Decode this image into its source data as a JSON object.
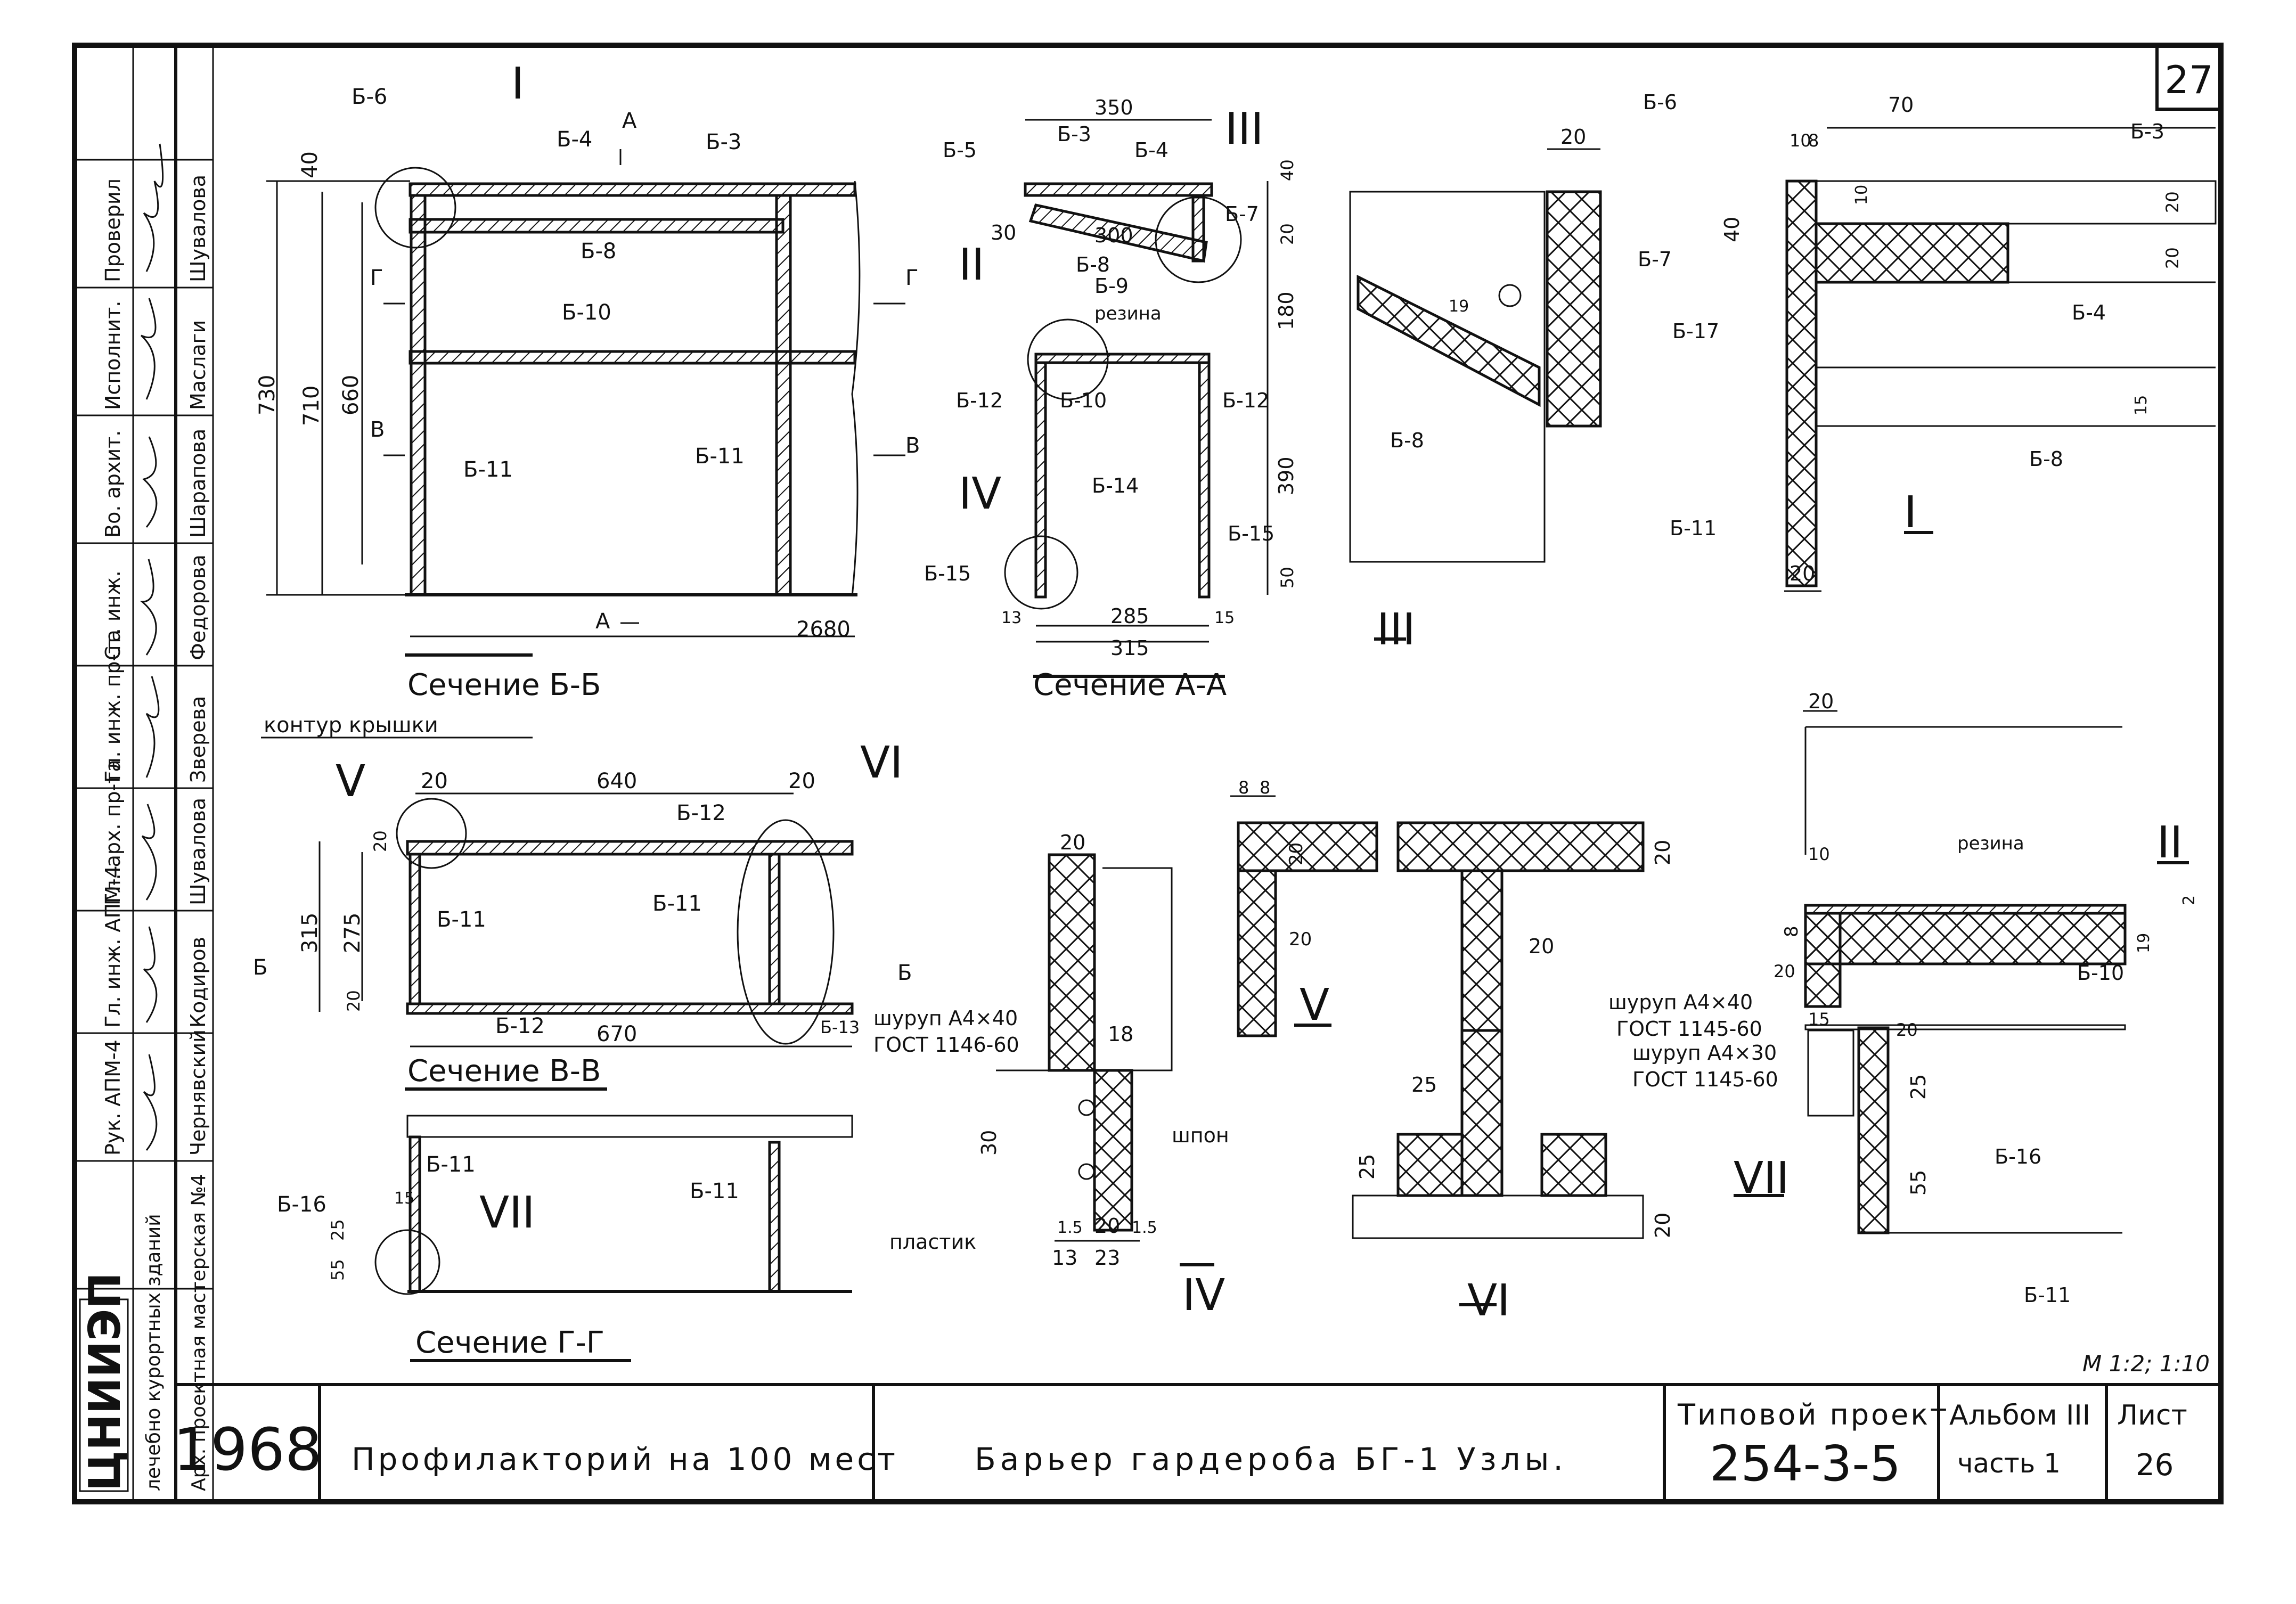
{
  "sheet_number": "27",
  "title_block": {
    "year": "1968",
    "project_name": "Профилакторий на 100 мест",
    "sheet_title": "Барьер гардероба БГ-1 Узлы.",
    "typical_project_label": "Типовой проект",
    "typical_project_number": "254-3-5",
    "album_label": "Альбом III",
    "part_label": "часть 1",
    "sheet_label": "Лист",
    "sheet_value": "26",
    "organization_logo": "ЦНИИЭП",
    "organization_name": "лечебно курортных зданий",
    "workshop": "Арх. проектная мастерская №4",
    "scale": "М 1:2; 1:10"
  },
  "signatures": [
    {
      "role": "Проверил",
      "name": "Шувалова"
    },
    {
      "role": "Исполнит.",
      "name": "Маслаги"
    },
    {
      "role": "Во. архит.",
      "name": "Шарапова"
    },
    {
      "role": "Ст. инж.",
      "name": "Федорова"
    },
    {
      "role": "Гл. инж. пр-та",
      "name": "Зверева"
    },
    {
      "role": "Гл. арх. пр-та",
      "name": "Шувалова"
    },
    {
      "role": "Гл. инж. АПМ-4",
      "name": "Кодиров"
    },
    {
      "role": "Рук. АПМ-4",
      "name": "Чернявский"
    }
  ],
  "section_titles": {
    "bb": "Сечение Б-Б",
    "aa": "Сечение А-А",
    "vv": "Сечение В-В",
    "gg": "Сечение Г-Г"
  },
  "node_labels": {
    "n1": "I",
    "n2": "II",
    "n3": "III",
    "n4": "IV",
    "n5": "V",
    "n6": "VI",
    "n7": "VII"
  },
  "annotations": {
    "contour_lid": "контур крышки",
    "rubber": "резина",
    "screw_40_1146": "шуруп А4×40",
    "gost_1146": "ГОСТ 1146-60",
    "screw_40_1145": "шуруп А4×40",
    "gost_1145a": "ГОСТ 1145-60",
    "screw_30": "шуруп А4×30",
    "gost_1145b": "ГОСТ 1145-60",
    "plate": "пластик",
    "dowel": "шпон"
  },
  "parts": {
    "b3": "Б-3",
    "b4": "Б-4",
    "b5": "Б-5",
    "b6": "Б-6",
    "b7": "Б-7",
    "b8": "Б-8",
    "b9": "Б-9",
    "b10": "Б-10",
    "b11": "Б-11",
    "b12": "Б-12",
    "b13": "Б-13",
    "b14": "Б-14",
    "b15": "Б-15",
    "b16": "Б-16",
    "b17": "Б-17"
  },
  "cut_marks": {
    "a": "А",
    "b": "Б",
    "v": "В",
    "g": "Г"
  },
  "dimensions": {
    "bb_730": "730",
    "bb_710": "710",
    "bb_660": "660",
    "bb_40": "40",
    "bb_2680": "2680",
    "aa_350": "350",
    "aa_300": "300",
    "aa_30": "30",
    "aa_40": "40",
    "aa_20": "20",
    "aa_180": "180",
    "aa_390": "390",
    "aa_50": "50",
    "aa_285": "285",
    "aa_315": "315",
    "aa_13": "13",
    "aa_15": "15",
    "n3_20": "20",
    "n3_19": "19",
    "n1_70": "70",
    "n1_10": "10",
    "n1_8": "8",
    "n1_40": "40",
    "n1_10b": "10",
    "n1_20a": "20",
    "n1_20b": "20",
    "n1_15": "15",
    "n1_20c": "20",
    "vv_20a": "20",
    "vv_640": "640",
    "vv_20b": "20",
    "vv_315": "315",
    "vv_275": "275",
    "vv_20c": "20",
    "vv_670": "670",
    "gg_15": "15",
    "gg_55": "55",
    "gg_25": "25",
    "n4_20": "20",
    "n4_18": "18",
    "n4_30": "30",
    "n4_15a": "1.5",
    "n4_20b": "20",
    "n4_15b": "1.5",
    "n4_13": "13",
    "n4_23": "23",
    "n5_8a": "8",
    "n5_8b": "8",
    "n5_20a": "20",
    "n5_20b": "20",
    "n6_20a": "20",
    "n6_20b": "20",
    "n6_25a": "25",
    "n6_25b": "25",
    "n6_20c": "20",
    "n7_20a": "20",
    "n7_10": "10",
    "n7_2": "2",
    "n7_8": "8",
    "n7_19": "19",
    "n7_20b": "20",
    "n7_15": "15",
    "n7_20c": "20",
    "n7_25": "25",
    "n7_55": "55"
  }
}
